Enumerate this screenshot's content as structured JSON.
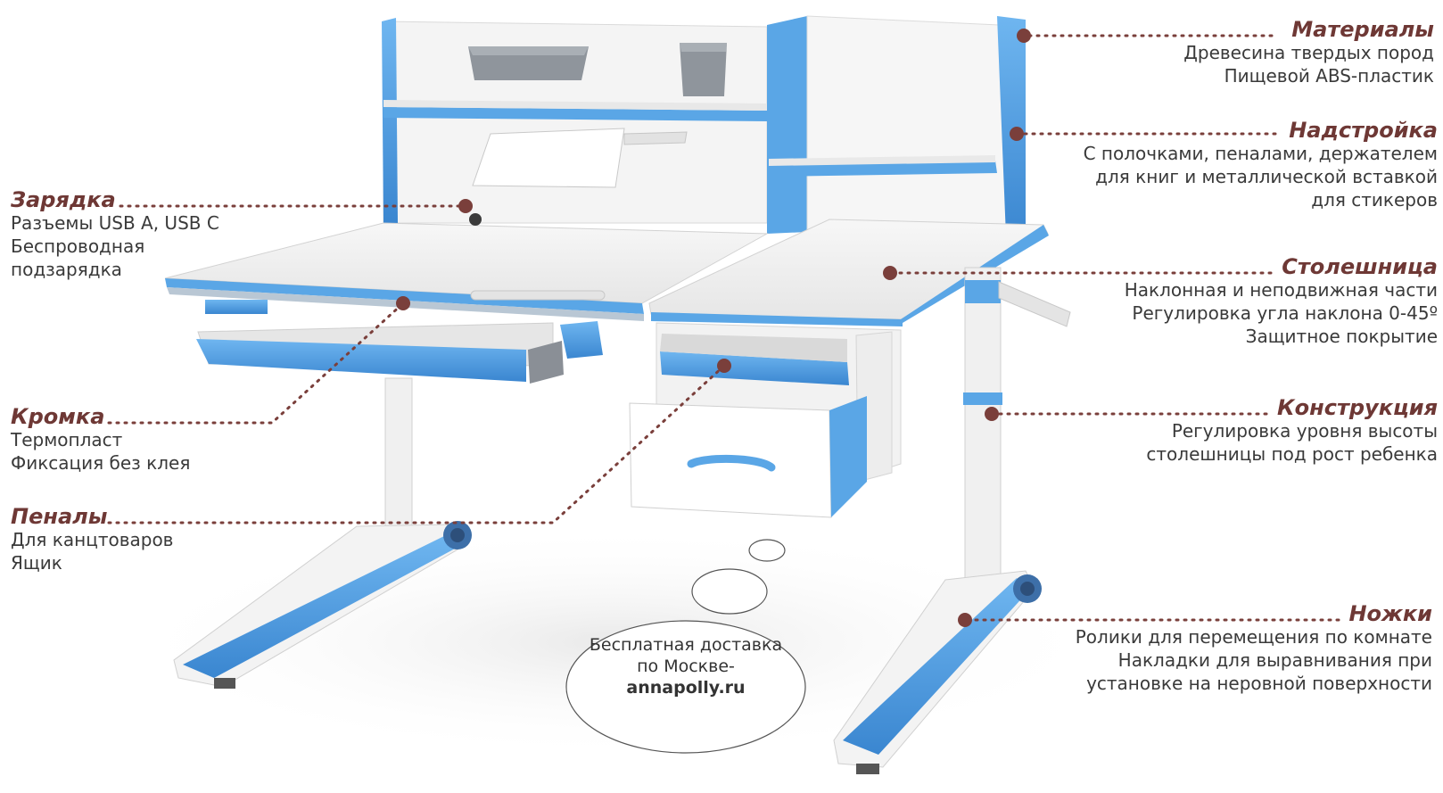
{
  "callouts": {
    "materials": {
      "title": "Материалы",
      "lines": [
        "Древесина твердых пород",
        "Пищевой ABS-пластик"
      ]
    },
    "hutch": {
      "title": "Надстройка",
      "lines": [
        "С полочками, пеналами, держателем",
        "для книг и металлической вставкой",
        "для стикеров"
      ]
    },
    "charging": {
      "title": "Зарядка",
      "lines": [
        "Разъемы USB A, USB C",
        "Беспроводная",
        "подзарядка"
      ]
    },
    "tabletop": {
      "title": "Столешница",
      "lines": [
        "Наклонная и неподвижная части",
        "Регулировка угла наклона 0-45º",
        "Защитное покрытие"
      ]
    },
    "edge": {
      "title": "Кромка",
      "lines": [
        "Термопласт",
        "Фиксация без клея"
      ]
    },
    "construction": {
      "title": "Конструкция",
      "lines": [
        "Регулировка уровня высоты",
        "столешницы под рост ребенка"
      ]
    },
    "drawers": {
      "title": "Пеналы",
      "lines": [
        "Для канцтоваров",
        "Ящик"
      ]
    },
    "legs": {
      "title": "Ножки",
      "lines": [
        "Ролики для перемещения по комнате",
        "Накладки для выравнивания при",
        "установке на неровной поверхности"
      ]
    }
  },
  "delivery": {
    "line1": "Бесплатная доставка",
    "line2": "по Москве-",
    "site": "annapolly.ru"
  },
  "colors": {
    "accent_blue": "#4a9be0",
    "title_brown": "#6e3835",
    "dot": "#7a3f3b",
    "text": "#3a3a3a"
  }
}
